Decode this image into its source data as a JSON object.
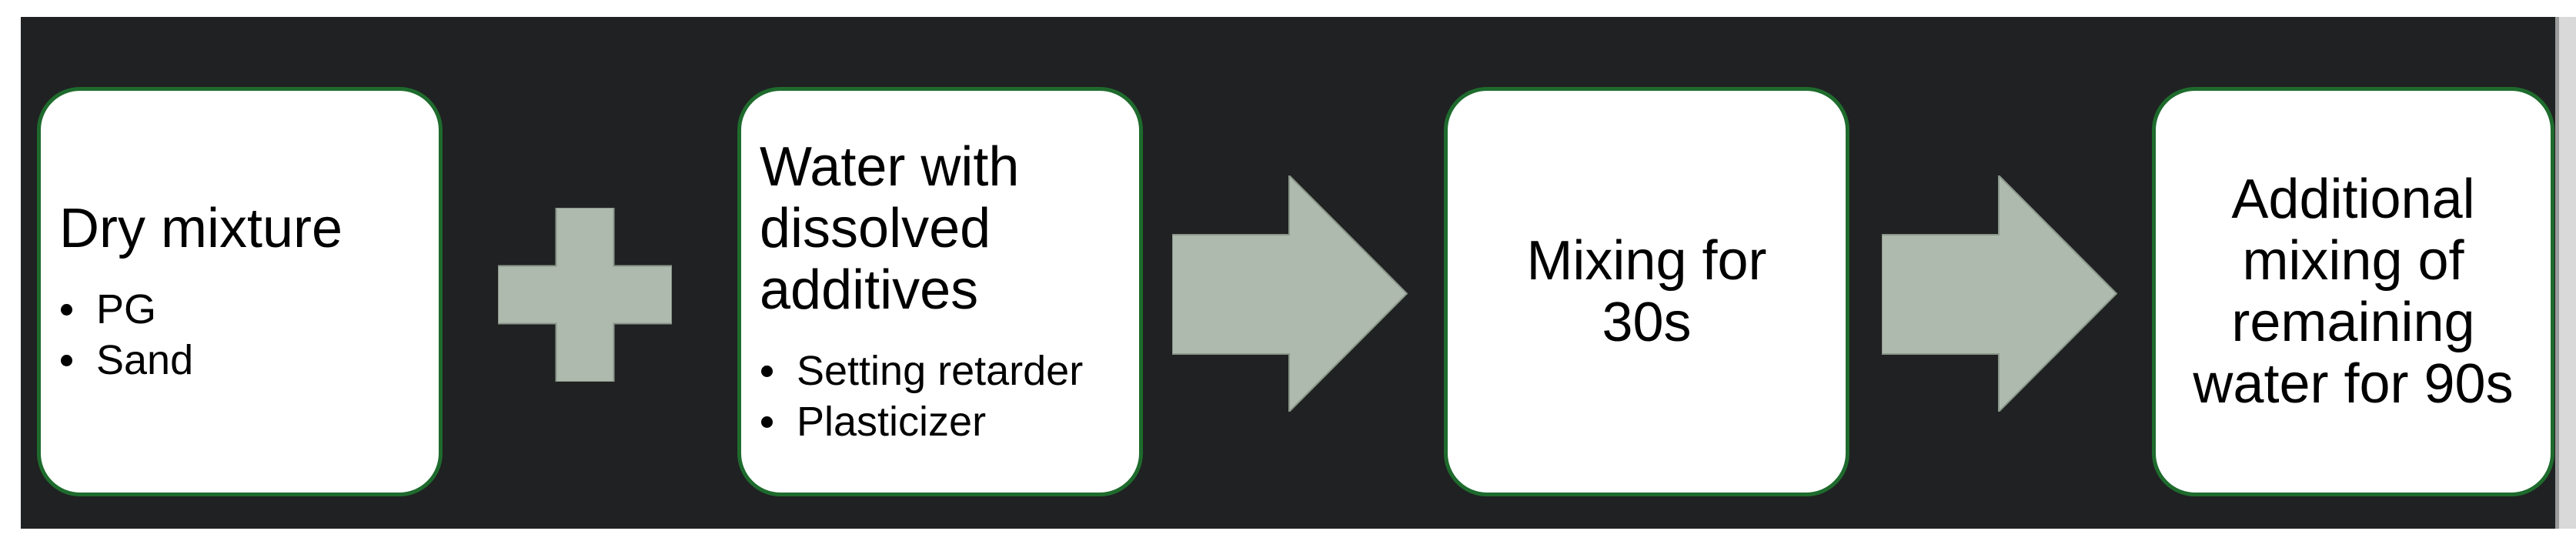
{
  "slide": {
    "colors": {
      "page_margin": "#ffffff",
      "slide_background": "#202122",
      "box_fill": "#ffffff",
      "box_border_green": "#1e6b2d",
      "connector_sage": "#adbaad",
      "connector_edge": "#8a978a",
      "text": "#000000",
      "right_edge_line": "#9c9c9c",
      "right_edge_strip": "#d9d9d9"
    },
    "boxes": [
      {
        "title": "Dry mixture",
        "bullets": [
          "PG",
          "Sand"
        ]
      },
      {
        "title": "Water with\ndissolved\nadditives",
        "bullets": [
          "Setting retarder",
          "Plasticizer"
        ]
      },
      {
        "title": "Mixing for\n30s",
        "bullets": []
      },
      {
        "title": "Additional\nmixing of\nremaining\nwater for 90s",
        "bullets": []
      }
    ],
    "connectors": [
      {
        "type": "plus"
      },
      {
        "type": "arrow-right"
      },
      {
        "type": "arrow-right"
      }
    ]
  }
}
